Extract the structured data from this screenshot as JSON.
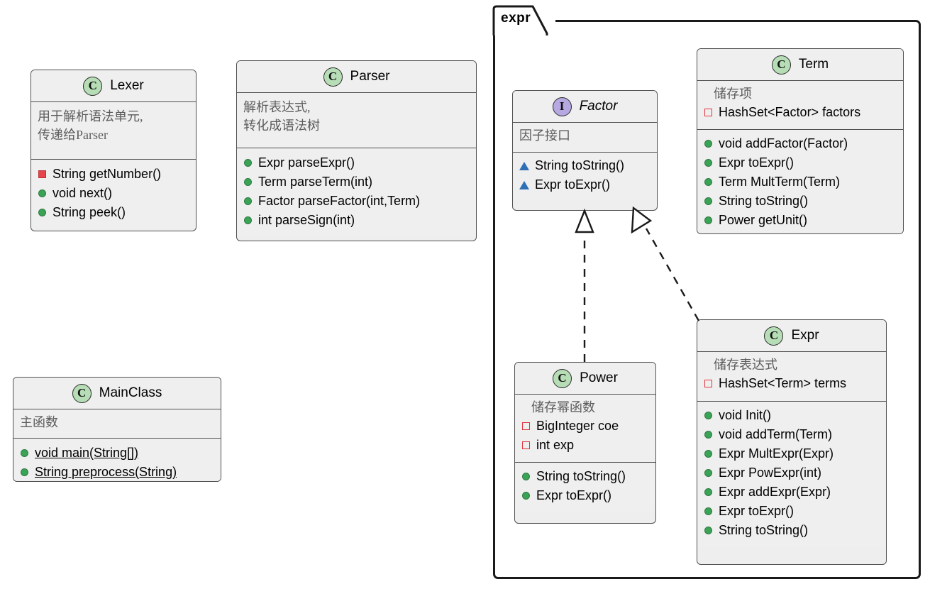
{
  "diagram": {
    "type": "uml-class-diagram",
    "background": "#ffffff",
    "colors": {
      "class_icon": "#b6ddb6",
      "interface_icon": "#b6a8e0",
      "public_marker": "#3aa355",
      "private_method_marker": "#e8444c",
      "private_field_marker": "#e2343c",
      "abstract_marker": "#2f6fb5",
      "box_fill": "#eeeeee",
      "box_border": "#50504e",
      "frame_border": "#1a1a1a",
      "description_text": "#5c5c5c"
    }
  },
  "package": {
    "label": "expr"
  },
  "classes": {
    "lexer": {
      "icon": "class-icon-c",
      "stereotype": "C",
      "name": "Lexer",
      "description": [
        "用于解析语法单元,",
        "传递给Parser"
      ],
      "fields": [],
      "methods": [
        {
          "visibility": "private",
          "kind": "method",
          "static": false,
          "text": "String getNumber()"
        },
        {
          "visibility": "public",
          "kind": "method",
          "static": false,
          "text": "void next()"
        },
        {
          "visibility": "public",
          "kind": "method",
          "static": false,
          "text": "String peek()"
        }
      ]
    },
    "parser": {
      "icon": "class-icon-c",
      "stereotype": "C",
      "name": "Parser",
      "description": [
        "解析表达式,",
        "转化成语法树"
      ],
      "fields": [],
      "methods": [
        {
          "visibility": "public",
          "kind": "method",
          "static": false,
          "text": "Expr parseExpr()"
        },
        {
          "visibility": "public",
          "kind": "method",
          "static": false,
          "text": "Term parseTerm(int)"
        },
        {
          "visibility": "public",
          "kind": "method",
          "static": false,
          "text": "Factor parseFactor(int,Term)"
        },
        {
          "visibility": "public",
          "kind": "method",
          "static": false,
          "text": "int parseSign(int)"
        }
      ]
    },
    "mainclass": {
      "icon": "class-icon-c",
      "stereotype": "C",
      "name": "MainClass",
      "description": [
        "主函数"
      ],
      "fields": [],
      "methods": [
        {
          "visibility": "public",
          "kind": "method",
          "static": true,
          "text": "void main(String[])"
        },
        {
          "visibility": "public",
          "kind": "method",
          "static": true,
          "text": "String preprocess(String)"
        }
      ]
    },
    "factor": {
      "icon": "interface-icon-i",
      "stereotype": "I",
      "name": "Factor",
      "italic": true,
      "description": [
        "因子接口"
      ],
      "fields": [],
      "methods": [
        {
          "visibility": "abstract",
          "kind": "method",
          "static": false,
          "text": "String toString()"
        },
        {
          "visibility": "abstract",
          "kind": "method",
          "static": false,
          "text": "Expr toExpr()"
        }
      ]
    },
    "term": {
      "icon": "class-icon-c",
      "stereotype": "C",
      "name": "Term",
      "description": [
        "储存项"
      ],
      "fields": [
        {
          "visibility": "private",
          "kind": "field",
          "static": false,
          "text": "HashSet<Factor> factors"
        }
      ],
      "methods": [
        {
          "visibility": "public",
          "kind": "method",
          "static": false,
          "text": "void addFactor(Factor)"
        },
        {
          "visibility": "public",
          "kind": "method",
          "static": false,
          "text": "Expr toExpr()"
        },
        {
          "visibility": "public",
          "kind": "method",
          "static": false,
          "text": "Term MultTerm(Term)"
        },
        {
          "visibility": "public",
          "kind": "method",
          "static": false,
          "text": "String toString()"
        },
        {
          "visibility": "public",
          "kind": "method",
          "static": false,
          "text": "Power getUnit()"
        }
      ]
    },
    "power": {
      "icon": "class-icon-c",
      "stereotype": "C",
      "name": "Power",
      "description": [
        "储存幂函数"
      ],
      "fields": [
        {
          "visibility": "private",
          "kind": "field",
          "static": false,
          "text": "BigInteger coe"
        },
        {
          "visibility": "private",
          "kind": "field",
          "static": false,
          "text": "int exp"
        }
      ],
      "methods": [
        {
          "visibility": "public",
          "kind": "method",
          "static": false,
          "text": "String toString()"
        },
        {
          "visibility": "public",
          "kind": "method",
          "static": false,
          "text": "Expr toExpr()"
        }
      ]
    },
    "expr": {
      "icon": "class-icon-c",
      "stereotype": "C",
      "name": "Expr",
      "description": [
        "储存表达式"
      ],
      "fields": [
        {
          "visibility": "private",
          "kind": "field",
          "static": false,
          "text": "HashSet<Term> terms"
        }
      ],
      "methods": [
        {
          "visibility": "public",
          "kind": "method",
          "static": false,
          "text": "void Init()"
        },
        {
          "visibility": "public",
          "kind": "method",
          "static": false,
          "text": "void addTerm(Term)"
        },
        {
          "visibility": "public",
          "kind": "method",
          "static": false,
          "text": "Expr MultExpr(Expr)"
        },
        {
          "visibility": "public",
          "kind": "method",
          "static": false,
          "text": "Expr PowExpr(int)"
        },
        {
          "visibility": "public",
          "kind": "method",
          "static": false,
          "text": "Expr addExpr(Expr)"
        },
        {
          "visibility": "public",
          "kind": "method",
          "static": false,
          "text": "Expr toExpr()"
        },
        {
          "visibility": "public",
          "kind": "method",
          "static": false,
          "text": "String toString()"
        }
      ]
    }
  },
  "relationships": [
    {
      "from": "power",
      "to": "factor",
      "type": "realization",
      "line": "dashed",
      "arrowhead": "hollow-triangle"
    },
    {
      "from": "expr",
      "to": "factor",
      "type": "realization",
      "line": "dashed",
      "arrowhead": "hollow-triangle"
    }
  ]
}
